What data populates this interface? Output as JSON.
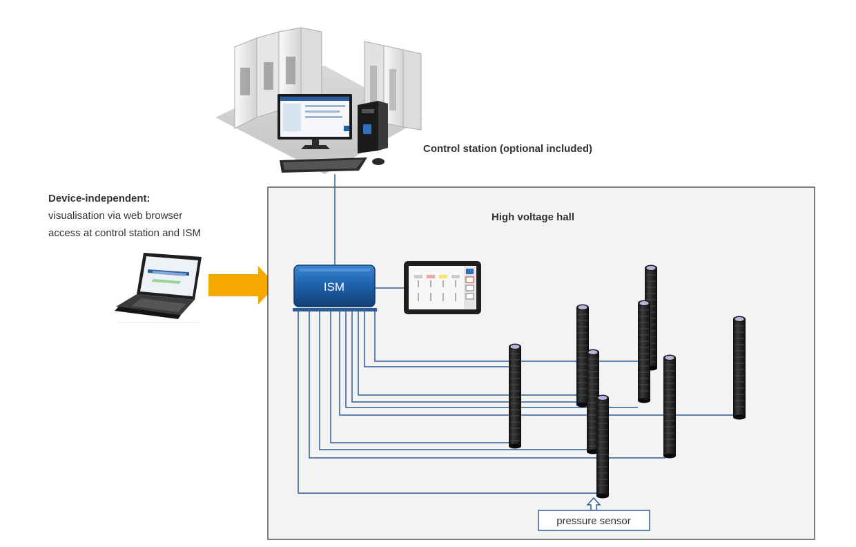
{
  "control_station_label": "Control station  (optional included)",
  "device_independent": {
    "heading": "Device-independent:",
    "line1": "visualisation  via web browser",
    "line2": "access at control station and ISM"
  },
  "hall_label": "High voltage hall",
  "ism_label": "ISM",
  "pressure_sensor_label": "pressure sensor",
  "colors": {
    "line_blue": "#2e5d9a",
    "ism_blue": "#1c5fa8",
    "arrow_orange": "#f5a800",
    "hall_fill": "#f3f3f3",
    "hall_border": "#555555"
  }
}
